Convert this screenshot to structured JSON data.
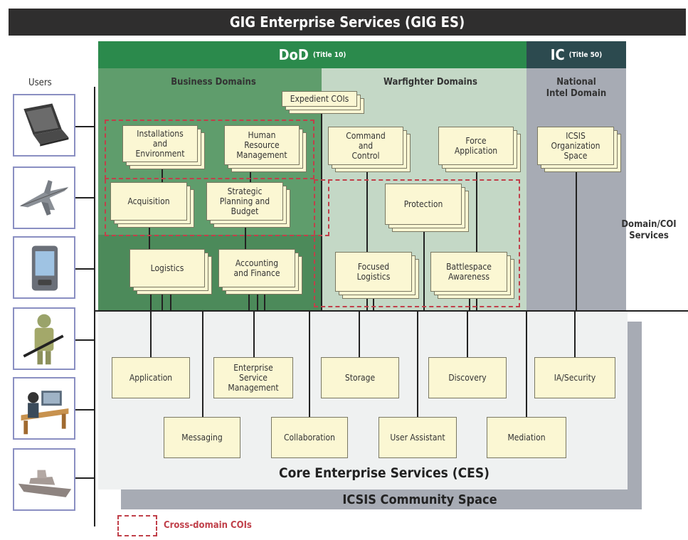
{
  "title": "GIG Enterprise Services (GIG ES)",
  "dod": {
    "label": "DoD",
    "sub": "(Title 10)"
  },
  "ic": {
    "label": "IC",
    "sub": "(Title 50)"
  },
  "users_label": "Users",
  "business_domains": "Business Domains",
  "warfighter_domains": "Warfighter Domains",
  "national_intel": "National\nIntel Domain",
  "domain_coi": "Domain/COI\nServices",
  "coi": {
    "expedient": "Expedient COIs",
    "installations": "Installations\nand\nEnvironment",
    "human_resource": "Human\nResource\nManagement",
    "acquisition": "Acquisition",
    "strategic": "Strategic\nPlanning and\nBudget",
    "logistics": "Logistics",
    "accounting": "Accounting\nand Finance",
    "command": "Command\nand\nControl",
    "force": "Force\nApplication",
    "protection": "Protection",
    "focused": "Focused\nLogistics",
    "battlespace": "Battlespace\nAwareness",
    "icsis_org": "ICSIS\nOrganization\nSpace"
  },
  "ces_services": {
    "application": "Application",
    "esm": "Enterprise\nService\nManagement",
    "storage": "Storage",
    "discovery": "Discovery",
    "ia_security": "IA/Security",
    "messaging": "Messaging",
    "collaboration": "Collaboration",
    "user_assistant": "User Assistant",
    "mediation": "Mediation"
  },
  "ces_label": "Core Enterprise Services (CES)",
  "icsis_community": "ICSIS Community Space",
  "legend": "Cross-domain COIs",
  "devices": [
    "laptop-icon",
    "jet-icon",
    "pda-icon",
    "soldier-icon",
    "desk-operator-icon",
    "ship-icon"
  ],
  "colors": {
    "dod_header": "#2b8a4c",
    "ic_header": "#2c4a4f",
    "business_bg": "#5f9d6c",
    "warfighter_bg": "#c4d8c6",
    "intel_bg": "#a7abb4",
    "ces_bg": "#eff1f1",
    "icsis_bg": "#a7abb4",
    "box_fill": "#fbf7d3",
    "dash": "#c0404a"
  }
}
